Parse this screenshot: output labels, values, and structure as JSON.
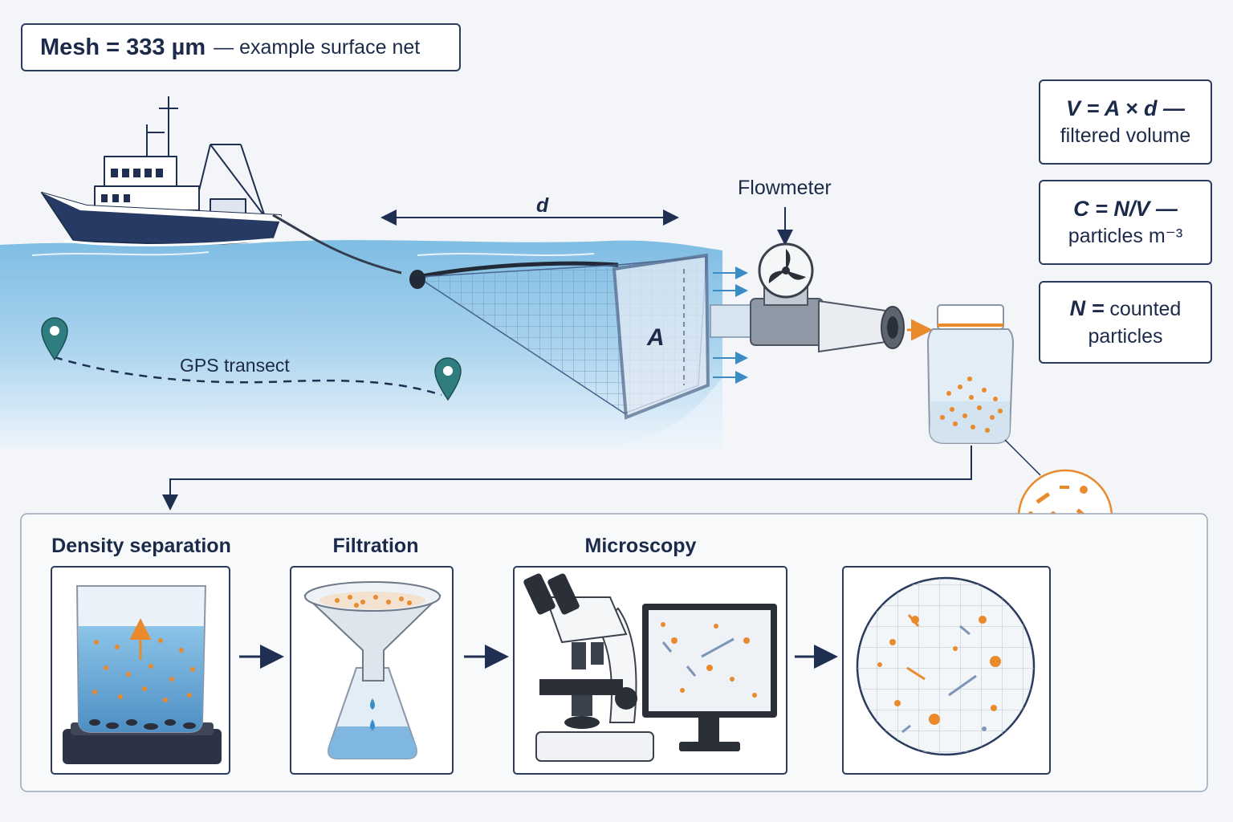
{
  "header": {
    "mesh_label": "Mesh = 333 µm",
    "mesh_note": "— example surface net"
  },
  "formulas": [
    {
      "expr": "V = A × d —",
      "desc": "filtered volume"
    },
    {
      "expr": "C = N/V —",
      "desc": "particles m⁻³"
    },
    {
      "expr": "N =",
      "desc_inline": "counted",
      "desc": "particles"
    }
  ],
  "labels": {
    "distance": "d",
    "area": "A",
    "flowmeter": "Flowmeter",
    "gps": "GPS transect"
  },
  "steps": [
    {
      "title": "Density separation"
    },
    {
      "title": "Filtration"
    },
    {
      "title": "Microscopy"
    }
  ],
  "colors": {
    "navy": "#1f2f52",
    "accent_orange": "#e98a2c",
    "water_blue": "#5aa4d6",
    "teal_marker": "#2f7d7e"
  }
}
